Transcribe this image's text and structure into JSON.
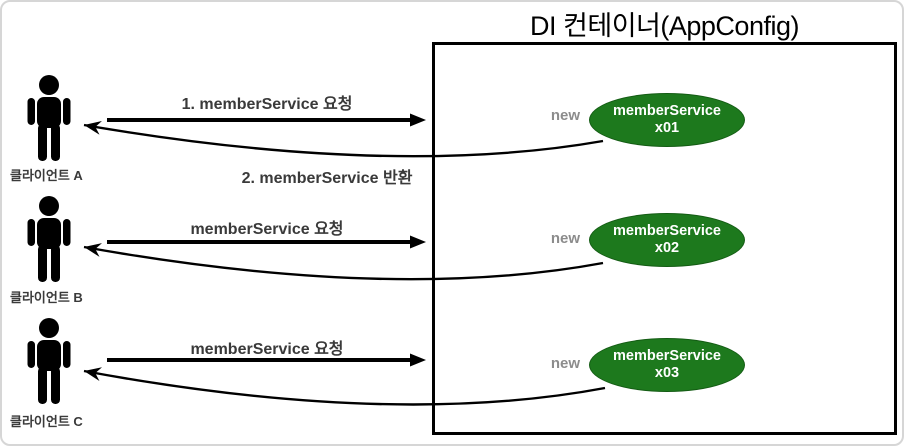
{
  "title": "DI 컨테이너(AppConfig)",
  "colors": {
    "ellipse_fill": "#1d791d",
    "ellipse_border": "#145c14",
    "ellipse_text": "#ffffff",
    "new_label": "#8c8c8c",
    "label_text": "#3a3a3a",
    "container_border": "#000000",
    "frame_border": "#d6d6d6"
  },
  "rows": [
    {
      "client_label": "클라이언트 A",
      "request_label": "1. memberService 요청",
      "return_label": "2. memberService 반환",
      "new_label": "new",
      "instance_line1": "memberService",
      "instance_line2": "x01"
    },
    {
      "client_label": "클라이언트 B",
      "request_label": "memberService 요청",
      "new_label": "new",
      "instance_line1": "memberService",
      "instance_line2": "x02"
    },
    {
      "client_label": "클라이언트 C",
      "request_label": "memberService 요청",
      "new_label": "new",
      "instance_line1": "memberService",
      "instance_line2": "x03"
    }
  ]
}
